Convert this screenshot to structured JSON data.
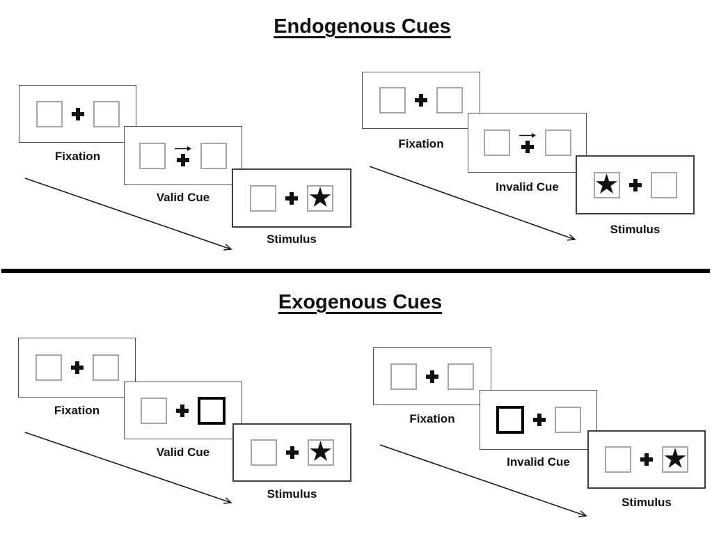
{
  "sections": [
    {
      "title": "Endogenous Cues",
      "trials": [
        {
          "name": "valid-trial",
          "cue_type": "central arrow pointing right above fixation cross",
          "star_side": "right",
          "panels": [
            {
              "label": "Fixation"
            },
            {
              "label": "Valid Cue"
            },
            {
              "label": "Stimulus"
            }
          ]
        },
        {
          "name": "invalid-trial",
          "cue_type": "central arrow pointing right above fixation cross",
          "star_side": "left",
          "panels": [
            {
              "label": "Fixation"
            },
            {
              "label": "Invalid Cue"
            },
            {
              "label": "Stimulus"
            }
          ]
        }
      ]
    },
    {
      "title": "Exogenous Cues",
      "trials": [
        {
          "name": "valid-trial",
          "cue_type": "peripheral thick-bordered box on right",
          "star_side": "right",
          "panels": [
            {
              "label": "Fixation"
            },
            {
              "label": "Valid Cue"
            },
            {
              "label": "Stimulus"
            }
          ]
        },
        {
          "name": "invalid-trial",
          "cue_type": "peripheral thick-bordered box on left",
          "star_side": "right",
          "panels": [
            {
              "label": "Fixation"
            },
            {
              "label": "Invalid Cue"
            },
            {
              "label": "Stimulus"
            }
          ]
        }
      ]
    }
  ],
  "icons": {
    "star": "★"
  },
  "colors": {
    "ink": "#111111",
    "panel_border": "#4d4d4d",
    "square_border": "#a6a6a6",
    "cue_box_border": "#000000",
    "divider": "#000000"
  }
}
